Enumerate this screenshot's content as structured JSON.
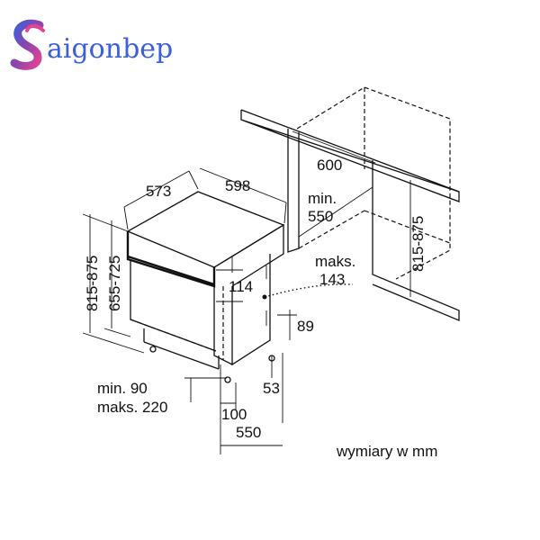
{
  "logo": {
    "brand_text": "aigonbep",
    "brand_colors": [
      "#3b5fd8",
      "#8e44ad",
      "#e84393"
    ]
  },
  "dimensions": {
    "depth_573": "573",
    "width_598": "598",
    "height_815_875_left": "815-875",
    "height_655_725": "655-725",
    "niche_width_600": "600",
    "niche_min_550": "min.\n550",
    "niche_height_815_875": "815-875",
    "maks_143": "maks.\n143",
    "panel_114": "114",
    "plinth_89": "89",
    "plinth_53": "53",
    "plinth_range": "min. 90\nmaks. 220",
    "bottom_100": "100",
    "bottom_550": "550"
  },
  "caption": "wymiary w mm",
  "colors": {
    "line": "#111111",
    "background": "#ffffff"
  }
}
